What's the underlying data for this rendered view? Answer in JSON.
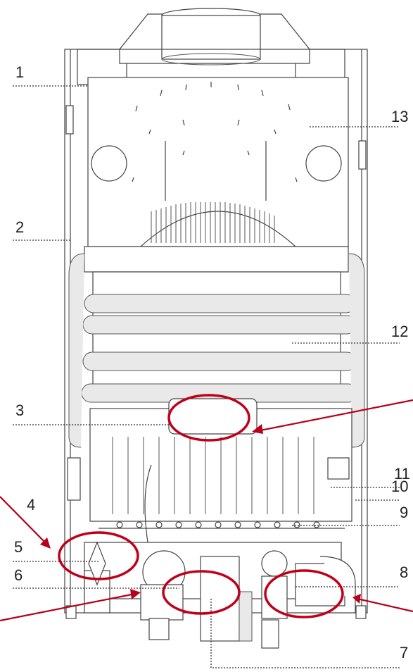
{
  "labels": [
    "1",
    "2",
    "3",
    "4",
    "5",
    "6",
    "7",
    "8",
    "9",
    "10",
    "11",
    "12",
    "13"
  ],
  "colors": {
    "highlight": "#c0001a",
    "line": "#444444",
    "label": "#222222"
  }
}
